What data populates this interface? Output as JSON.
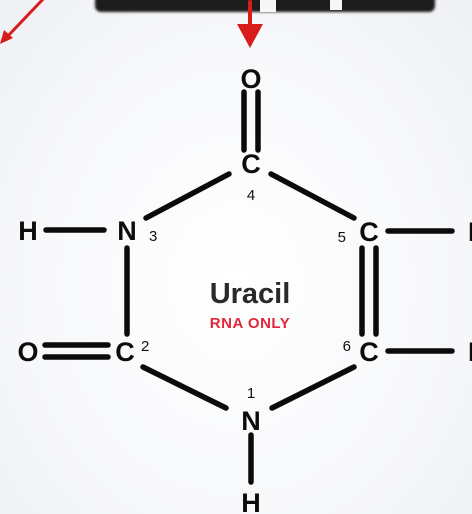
{
  "molecule": {
    "name": "Uracil",
    "note": "RNA ONLY",
    "note_color": "#e0283a",
    "arrow_color": "#d81c1c"
  },
  "atoms": {
    "o_top": "O",
    "c4": "C",
    "n3": "N",
    "c5": "C",
    "c2": "C",
    "c6": "C",
    "n1": "N",
    "o_left": "O",
    "h_n3": "H",
    "h_c5": "H",
    "h_c6": "H",
    "h_n1": "H"
  },
  "positions": {
    "p1": "1",
    "p2": "2",
    "p3": "3",
    "p4": "4",
    "p5": "5",
    "p6": "6"
  }
}
